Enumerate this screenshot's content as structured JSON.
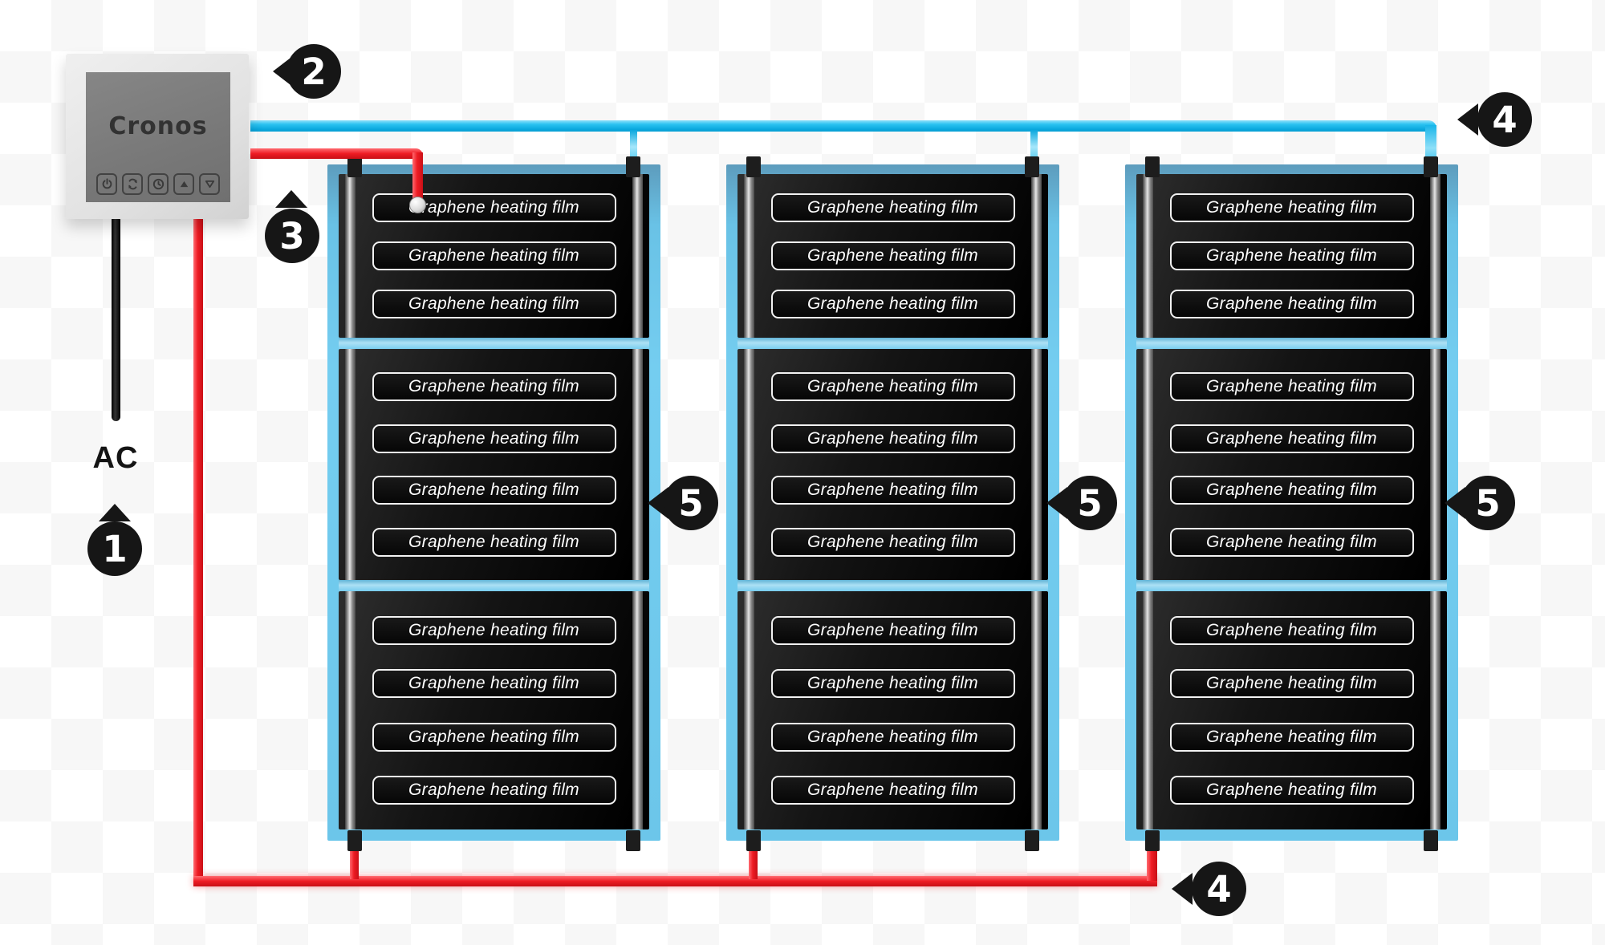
{
  "thermostat": {
    "brand": "Cronos",
    "ac_label": "AC",
    "buttons": [
      {
        "name": "power"
      },
      {
        "name": "sync"
      },
      {
        "name": "clock"
      },
      {
        "name": "up"
      },
      {
        "name": "down"
      }
    ]
  },
  "strip_label": "Graphene heating film",
  "panels": [
    {
      "sections": [
        3,
        4,
        4
      ]
    },
    {
      "sections": [
        3,
        4,
        4
      ]
    },
    {
      "sections": [
        3,
        4,
        4
      ]
    }
  ],
  "badges": {
    "b1": {
      "number": "1"
    },
    "b2": {
      "number": "2"
    },
    "b3": {
      "number": "3"
    },
    "b4_top": {
      "number": "4"
    },
    "b4_bottom": {
      "number": "4"
    },
    "b5_panel1": {
      "number": "5"
    },
    "b5_panel2": {
      "number": "5"
    },
    "b5_panel3": {
      "number": "5"
    }
  },
  "colors": {
    "wire_blue": "#12b3e8",
    "wire_red": "#ee1c24",
    "panel_blue": "#6cc6ea",
    "badge_black": "#161616",
    "film_black": "#0d0d0d"
  }
}
